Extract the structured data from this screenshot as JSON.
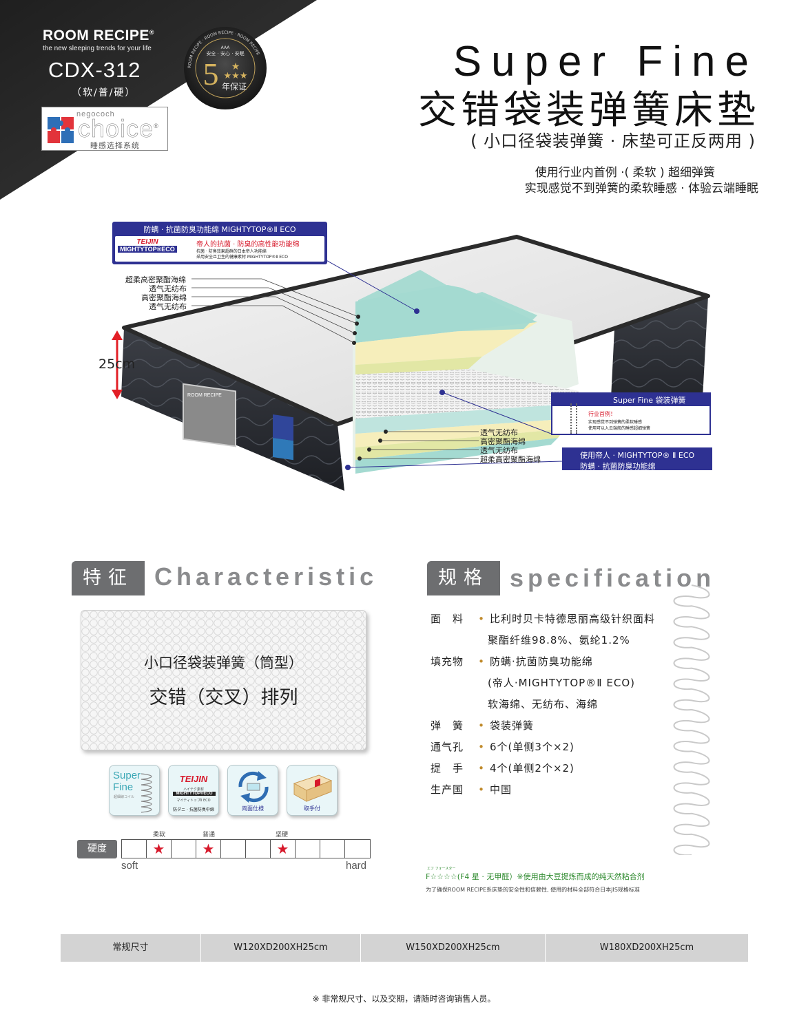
{
  "brand": {
    "name": "ROOM RECIPE",
    "registered": "®",
    "tagline": "the new sleeping trends for your life"
  },
  "model": {
    "code": "CDX-312",
    "firmness_options": "（软/普/硬）"
  },
  "choice_logo": {
    "small": "negococh",
    "big": "choice",
    "registered": "®",
    "cn": "睡感选择系统"
  },
  "seal": {
    "ring_text": "ROOM RECIPE · ROOM RECIPE · ROOM RECIPE",
    "top": "AAA",
    "line": "安全 · 安心 · 安眠",
    "years": "5",
    "text": "年保证"
  },
  "title": {
    "en": "Super Fine",
    "cn": "交错袋装弹簧床垫",
    "subtitle": "( 小口径袋装弹簧 · 床垫可正反两用 )",
    "desc_line1": "使用行业内首例 ·( 柔软 ) 超细弹簧",
    "desc_line2": "实现感觉不到弹簧的柔软睡感 · 体验云端睡眠"
  },
  "illustration": {
    "top_callout": {
      "header": "防螨 · 抗菌防臭功能绵 MIGHTYTOP®Ⅱ ECO",
      "brand": "TEIJIN",
      "product": "MIGHTYTOP®ECO",
      "highlight": "帝人的抗菌 · 防臭的高性能功能绵",
      "line1": "抗菌 · 防臭效果超群的日本帝人功能绵",
      "line2": "采用安全且卫生的健康素材 MIGHTYTOP®Ⅱ ECO"
    },
    "left_layers": [
      "超柔高密聚酯海绵",
      "透气无纺布",
      "高密聚酯海绵",
      "透气无纺布"
    ],
    "height": "25cm",
    "spring_callout": {
      "header": "Super Fine 袋装弹簧",
      "highlight": "行业首例！",
      "line1": "实现感觉不到弹簧的柔软睡感",
      "line2": "使用可以入云端般的睡感超细弹簧"
    },
    "bottom_layers": [
      "透气无纺布",
      "高密聚酯海绵",
      "透气无纺布",
      "超柔高密聚酯海绵"
    ],
    "bottom_callout": {
      "line1": "使用帝人 · MIGHTYTOP® Ⅱ ECO",
      "line2": "防螨 · 抗菌防臭功能绵"
    },
    "label_brand": "ROOM RECIPE"
  },
  "characteristic": {
    "tag": "特征",
    "en": "Characteristic",
    "feature_line1": "小口径袋装弹簧（筒型）",
    "feature_line2": "交错（交叉）排列"
  },
  "icons": [
    {
      "name": "super-fine",
      "title_line1": "Super",
      "title_line2": "Fine",
      "sub": "超細線コイル"
    },
    {
      "name": "teijin",
      "brand": "TEIJIN",
      "sub1": "ハイテク素材",
      "sub2": "MIGHTYTOP®ECO",
      "sub3": "マイティトップⅡ ECO",
      "caption": "防ダニ · 抗菌防臭中綿"
    },
    {
      "name": "reversible",
      "caption": "両面仕様"
    },
    {
      "name": "handle",
      "caption": "取手付"
    }
  ],
  "hardness": {
    "label": "硬度",
    "soft": "soft",
    "hard": "hard",
    "cells": 10,
    "marks": [
      {
        "index": 1,
        "label": "柔软"
      },
      {
        "index": 3,
        "label": "普通"
      },
      {
        "index": 6,
        "label": "坚硬"
      }
    ]
  },
  "specification": {
    "tag": "规格",
    "en": "specification",
    "rows": [
      {
        "key": "面　料",
        "value": "比利时贝卡特德思丽高级针织面料"
      },
      {
        "key": "",
        "value": "聚酯纤维98.8%、氨纶1.2%"
      },
      {
        "key": "填充物",
        "value": "防螨·抗菌防臭功能绵"
      },
      {
        "key": "",
        "value": "(帝人·MIGHTYTOP®Ⅱ ECO)"
      },
      {
        "key": "",
        "value": "软海绵、无纺布、海绵"
      },
      {
        "key": "弹　簧",
        "value": "袋装弹簧"
      },
      {
        "key": "通气孔",
        "value": "6个(单侧3个×2)"
      },
      {
        "key": "提　手",
        "value": "4个(单侧2个×2)"
      },
      {
        "key": "生产国",
        "value": "中国"
      }
    ],
    "bullet": "•",
    "glue_ruby": "エフ フォースター",
    "glue": "F☆☆☆☆(F4 星 · 无甲醛）※使用由大豆提炼而成的纯天然粘合剂",
    "glue_note": "为了确保ROOM RECIPE系床垫的安全性和信赖性, 使用的材料全部符合日本JIS规格标准"
  },
  "sizes": {
    "header": "常规尺寸",
    "values": [
      "W120XD200XH25cm",
      "W150XD200XH25cm",
      "W180XD200XH25cm"
    ]
  },
  "footer_note": "※ 非常规尺寸、以及交期，请随时咨询销售人员。",
  "colors": {
    "corner": "#2b2b2b",
    "accent_blue": "#2e3192",
    "tag_gray": "#6d6e70",
    "star_red": "#d7182a",
    "arrow_red": "#e21f26",
    "table_gray": "#d3d3d3"
  }
}
